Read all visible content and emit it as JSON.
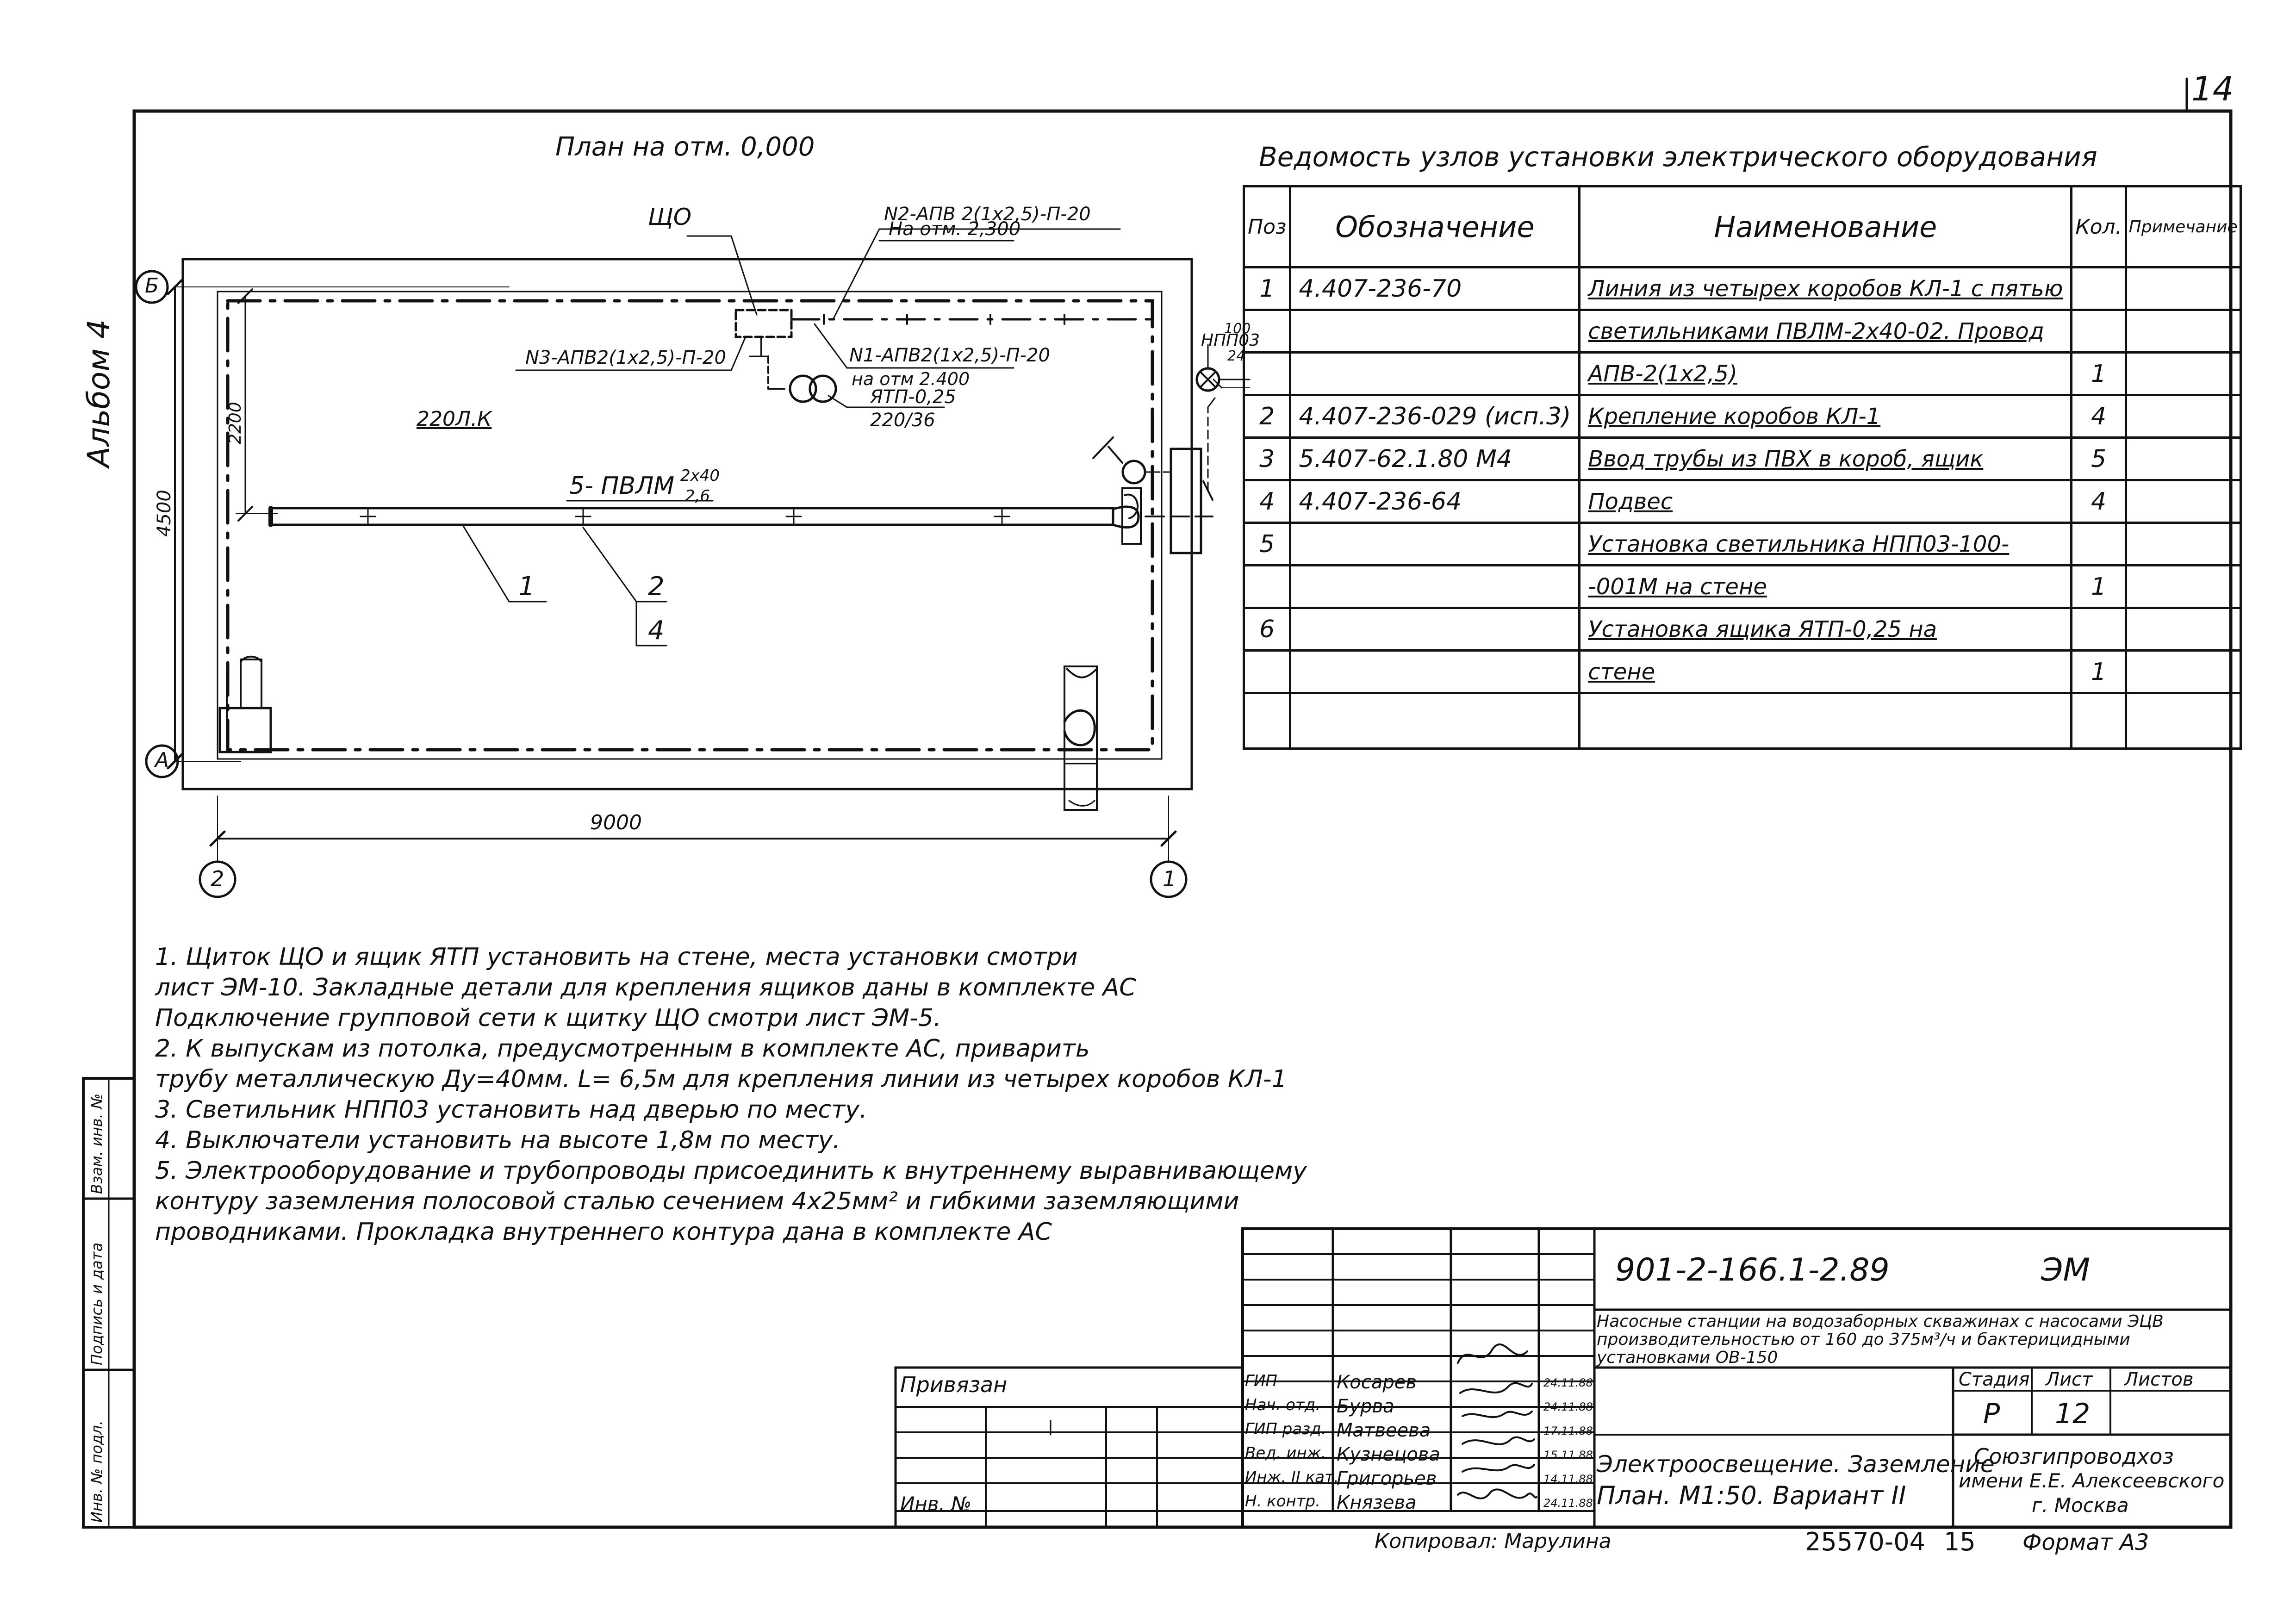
{
  "sheet_corner": "14",
  "album_label": "Альбом 4",
  "plan": {
    "title": "План на отм. 0,000",
    "panel_label": "ЩО",
    "n2_line1": "N2-АПВ 2(1х2,5)-П-20",
    "n2_line2": "На отм. 2,300",
    "n3_label": "N3-АПВ2(1х2,5)-П-20",
    "n1_line1": "N1-АПВ2(1х2,5)-П-20",
    "n1_line2": "на отм 2.400",
    "atp_line1": "ЯТП-0,25",
    "atp_line2": "220/36",
    "room_label": "220Л.К",
    "lamp_label": "НПП03",
    "lamp_frac_top": "100",
    "lamp_frac_bot": "24",
    "pvlm_label": "5- ПВЛМ",
    "pvlm_frac_top": "2x40",
    "pvlm_frac_bot": "2,6",
    "dim_height": "4500",
    "dim_2200": "2200",
    "dim_width": "9000",
    "axis_b": "Б",
    "axis_a": "А",
    "axis_2": "2",
    "axis_1": "1",
    "callout_1": "1",
    "callout_2": "2",
    "callout_4": "4"
  },
  "bom": {
    "title": "Ведомость узлов установки электрического оборудования",
    "headers": [
      "Поз",
      "Обозначение",
      "Наименование",
      "Кол.",
      "Примечание"
    ],
    "rows": [
      [
        "1",
        "4.407-236-70",
        "Линия из четырех коробов КЛ-1 с пятью",
        "",
        ""
      ],
      [
        "",
        "",
        "светильниками ПВЛМ-2х40-02. Провод",
        "",
        ""
      ],
      [
        "",
        "",
        "АПВ-2(1х2,5)",
        "1",
        ""
      ],
      [
        "2",
        "4.407-236-029 (исп.3)",
        "Крепление коробов КЛ-1",
        "4",
        ""
      ],
      [
        "3",
        "5.407-62.1.80 М4",
        "Ввод трубы из ПВХ в короб, ящик",
        "5",
        ""
      ],
      [
        "4",
        "4.407-236-64",
        "Подвес",
        "4",
        ""
      ],
      [
        "5",
        "",
        "Установка светильника НПП03-100-",
        "",
        ""
      ],
      [
        "",
        "",
        "-001М на стене",
        "1",
        ""
      ],
      [
        "6",
        "",
        "Установка ящика ЯТП-0,25 на",
        "",
        ""
      ],
      [
        "",
        "",
        "стене",
        "1",
        ""
      ],
      [
        "",
        "",
        "",
        "",
        ""
      ]
    ]
  },
  "notes": [
    "1. Щиток ЩО и ящик ЯТП установить на стене, места установки смотри",
    "лист ЭМ-10. Закладные детали для крепления ящиков даны в комплекте АС",
    "Подключение групповой сети к щитку ЩО смотри лист ЭМ-5.",
    "2. К выпускам из потолка, предусмотренным в комплекте АС, приварить",
    "трубу металлическую Ду=40мм. L= 6,5м для крепления линии из четырех коробов КЛ-1",
    "3. Светильник НПП03 установить над дверью по месту.",
    "4. Выключатели установить на высоте 1,8м по месту.",
    "5. Электрооборудование и трубопроводы присоединить к внутреннему выравнивающему",
    "контуру заземления полосовой сталью сечением 4х25мм² и гибкими заземляющими",
    "проводниками. Прокладка внутреннего контура дана в комплекте АС"
  ],
  "title_block": {
    "doc_code": "901-2-166.1-2.89",
    "mark": "ЭМ",
    "project_desc_1": "Насосные станции на водозаборных скважинах с насосами ЭЦВ",
    "project_desc_2": "производительностью от 160 до 375м³/ч и бактерицидными",
    "project_desc_3": "установками ОВ-150",
    "stage_header": "Стадия",
    "sheet_header": "Лист",
    "sheets_header": "Листов",
    "stage": "Р",
    "sheet": "12",
    "sheet_title_1": "Электроосвещение. Заземление",
    "sheet_title_2": "План. М1:50. Вариант II",
    "org_1": "Союзгипроводхоз",
    "org_2": "имени Е.Е. Алексеевского",
    "org_3": "г. Москва",
    "privyazan": "Привязан",
    "inv_no": "Инв. №",
    "staff": [
      {
        "role": "ГИП",
        "name": "Косарев",
        "date": "24.11.88"
      },
      {
        "role": "Нач. отд.",
        "name": "Бурва",
        "date": "24.11.88"
      },
      {
        "role": "ГИП разд.",
        "name": "Матвеева",
        "date": "17.11.88"
      },
      {
        "role": "Вед. инж.",
        "name": "Кузнецова",
        "date": "15.11.88"
      },
      {
        "role": "Инж. II кат.",
        "name": "Григорьев",
        "date": "14.11.88"
      },
      {
        "role": "Н. контр.",
        "name": "Князева",
        "date": "24.11.88"
      }
    ],
    "copied_by": "Копировал: Марулина",
    "archive_no": "25570-04",
    "archive_page": "15",
    "format": "Формат А3"
  },
  "side_stamps": [
    "Взам. инв. №",
    "Подпись и дата",
    "Инв. № подл."
  ]
}
